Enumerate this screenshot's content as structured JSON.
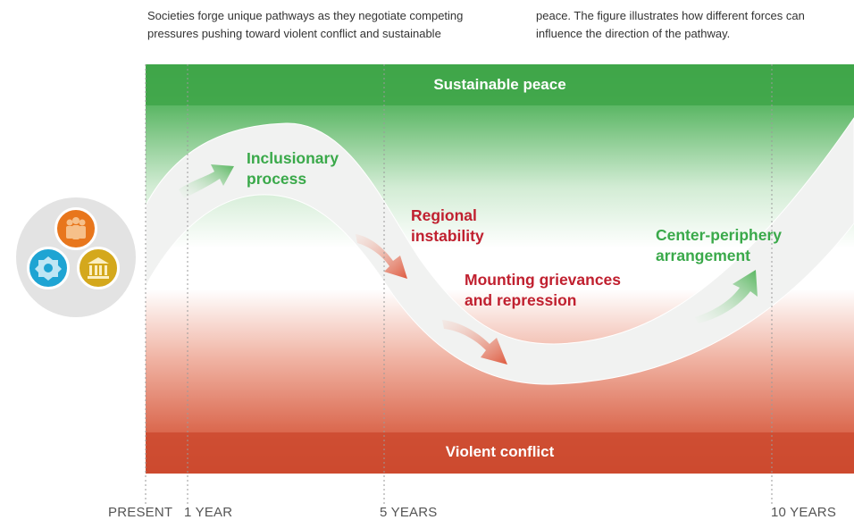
{
  "intro": {
    "left": "Societies forge unique pathways as they negotiate competing pressures pushing toward violent conflict and sustainable",
    "right": "peace. The figure illustrates how different forces can influence the direction of the pathway."
  },
  "bands": {
    "top": "Sustainable peace",
    "bottom": "Violent conflict"
  },
  "forces": {
    "inclusionary": "Inclusionary process",
    "regional": "Regional instability",
    "mounting": "Mounting grievances and repression",
    "center": "Center-periphery arrangement"
  },
  "timeline": {
    "present": "PRESENT",
    "year1": "1 YEAR",
    "year5": "5 YEARS",
    "year10": "10 YEARS"
  },
  "colors": {
    "peace": "#3fa649",
    "conflict": "#cf4a2f",
    "positive_text": "#3aa94a",
    "negative_text": "#c0202f"
  },
  "icons": [
    "people-icon",
    "gear-icon",
    "government-building-icon"
  ]
}
